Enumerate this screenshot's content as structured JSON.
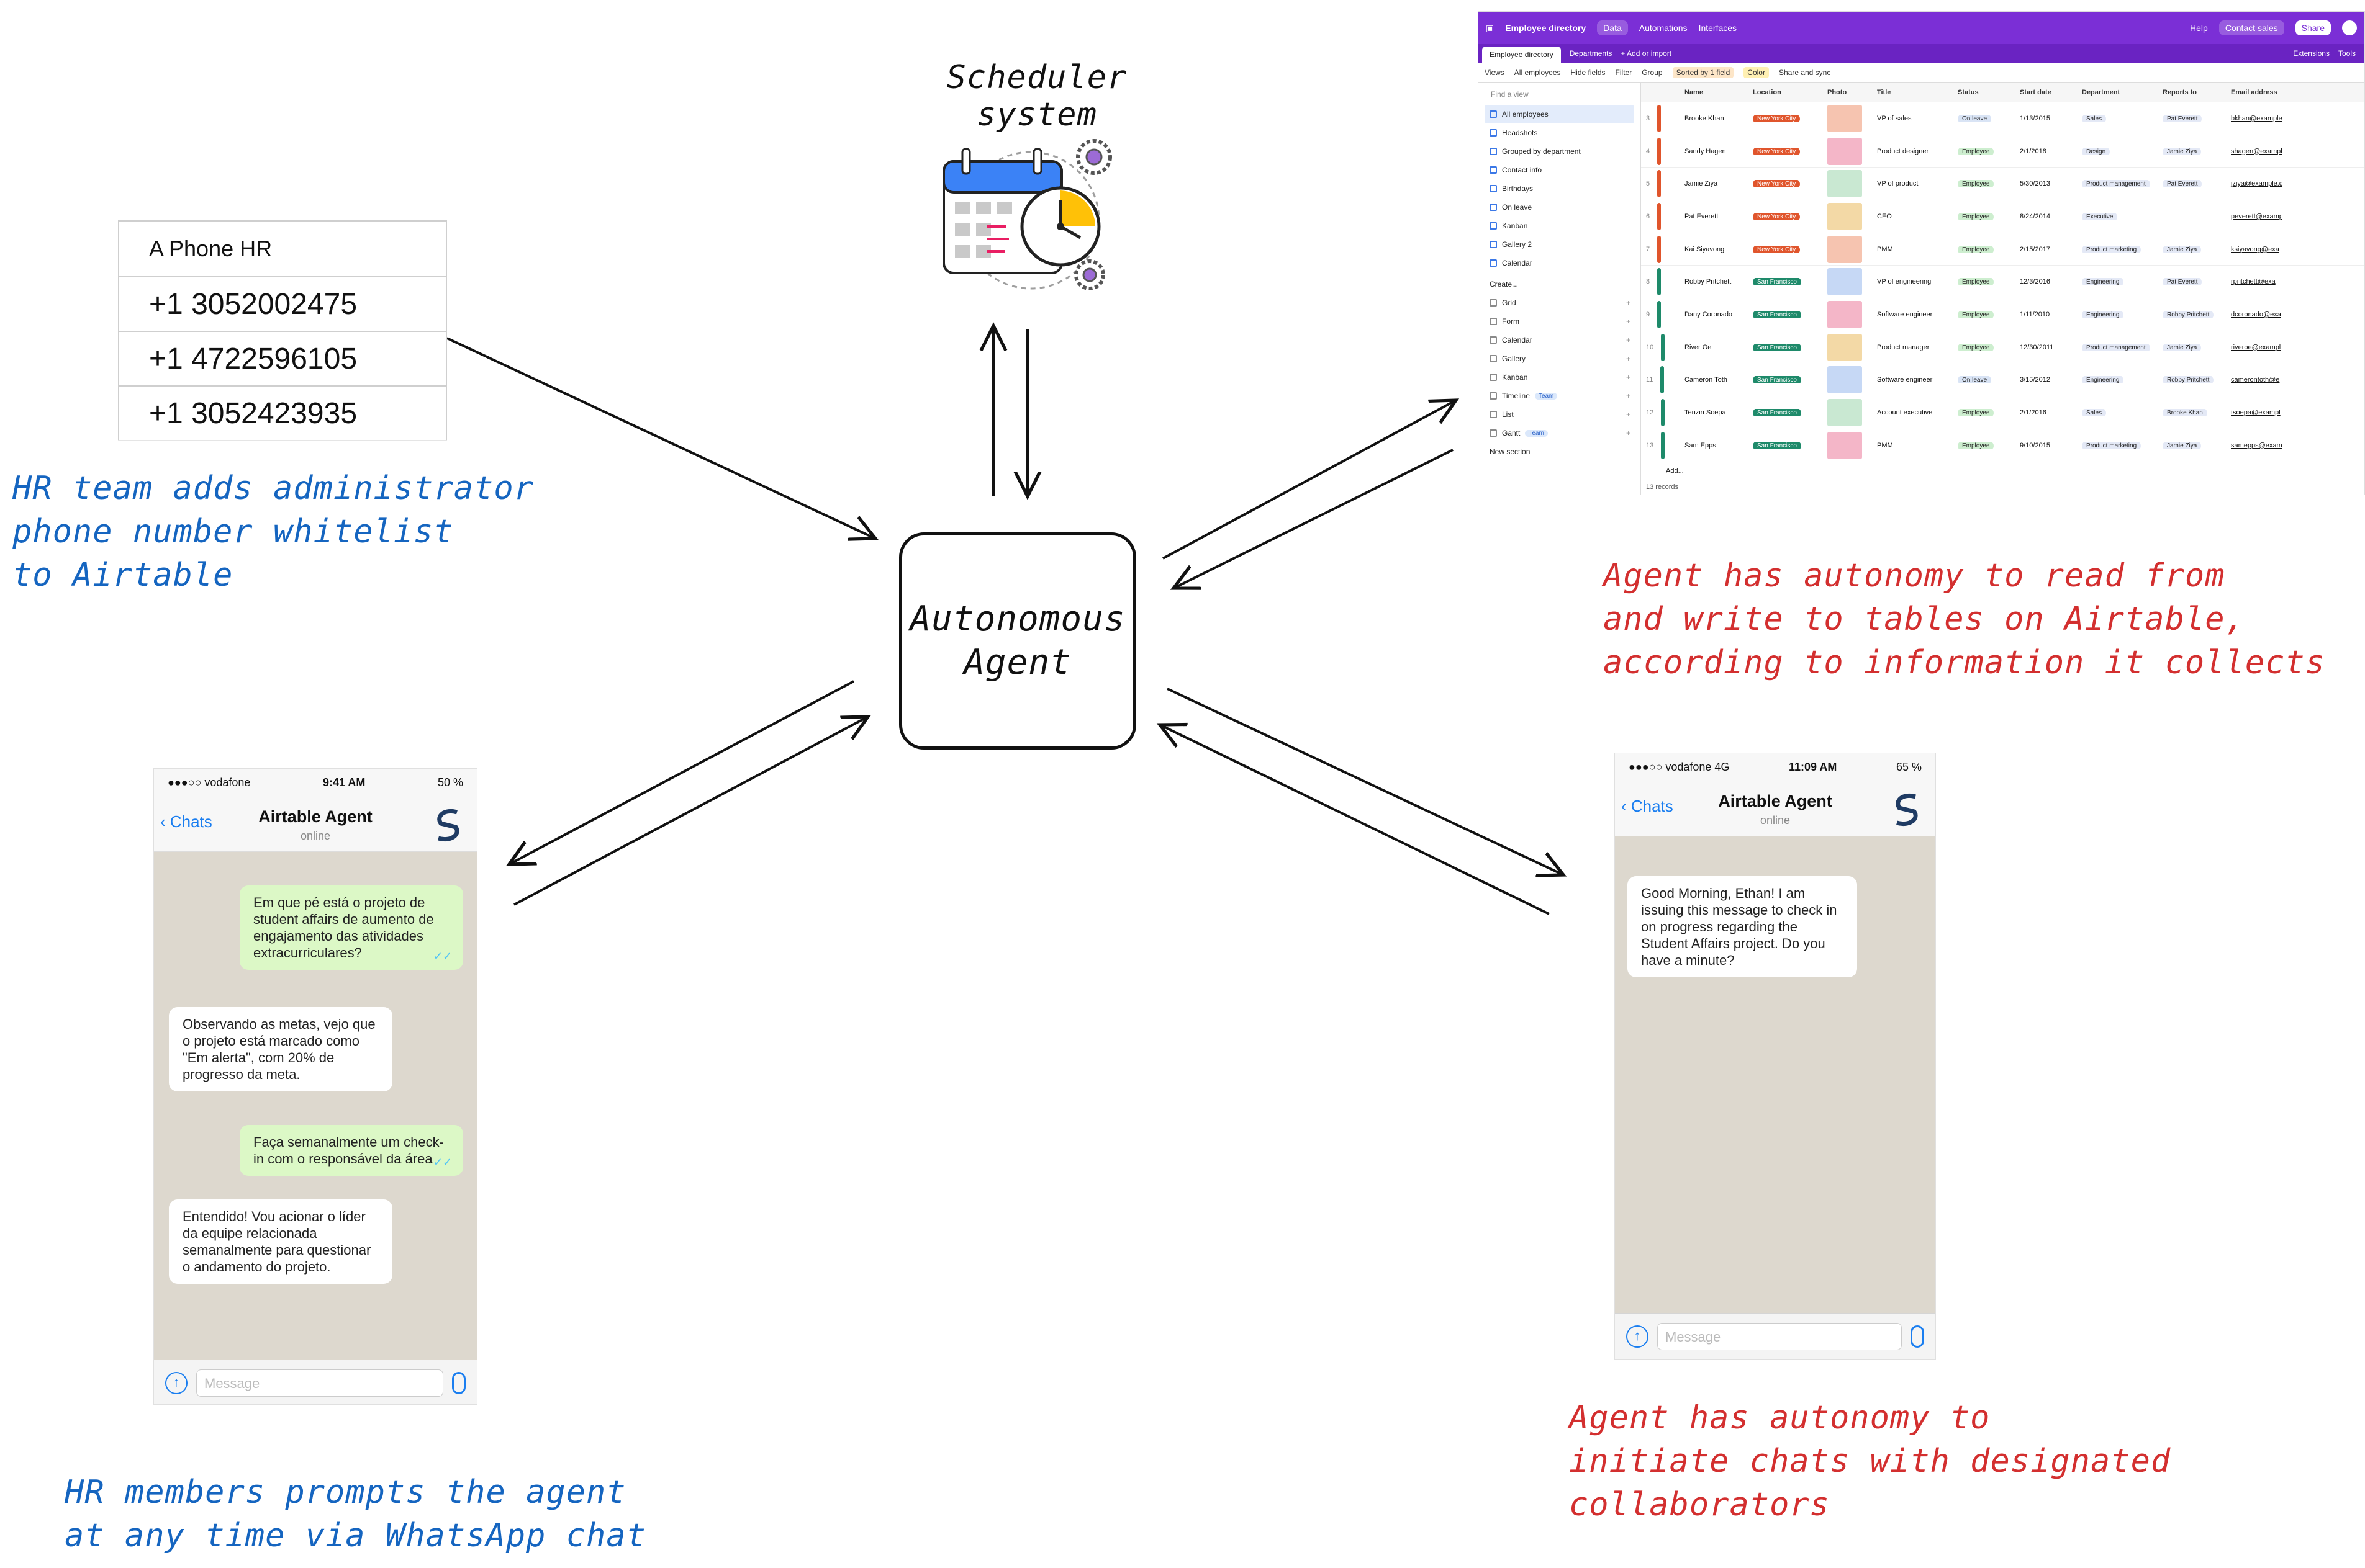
{
  "agent": {
    "line1": "Autonomous",
    "line2": "Agent"
  },
  "scheduler": {
    "title": "Scheduler system",
    "icon": "calendar-clock-gears-icon"
  },
  "phone_table": {
    "header": "A Phone HR",
    "numbers": [
      "+1 3052002475",
      "+1 4722596105",
      "+1 3052423935"
    ]
  },
  "notes": {
    "hr_whitelist": [
      "HR team adds administrator",
      "phone number whitelist",
      "to Airtable"
    ],
    "airtable_autonomy": [
      "Agent has autonomy to read from",
      "and write to tables on Airtable,",
      "according to information it collects"
    ],
    "hr_prompts": [
      "HR members prompts the agent",
      "at any time via WhatsApp chat"
    ],
    "initiate_chats": [
      "Agent has autonomy to",
      "initiate chats with designated",
      "collaborators"
    ]
  },
  "colors": {
    "note_blue": "#1565c0",
    "note_red": "#d32f2f",
    "airtable_purple": "#7b2fd6",
    "whatsapp_out": "#dcf8c6"
  },
  "airtable": {
    "base_name": "Employee directory",
    "top_tabs": [
      "Data",
      "Automations",
      "Interfaces"
    ],
    "top_right": [
      "Help",
      "Contact sales",
      "Share"
    ],
    "table_tabs": [
      "Employee directory",
      "Departments",
      "+ Add or import"
    ],
    "table_tabs_right": [
      "Extensions",
      "Tools"
    ],
    "toolbar": [
      "Views",
      "All employees",
      "Hide fields",
      "Filter",
      "Group",
      "Sorted by 1 field",
      "Color",
      "Share and sync"
    ],
    "find_view": "Find a view",
    "views": [
      "All employees",
      "Headshots",
      "Grouped by department",
      "Contact info",
      "Birthdays",
      "On leave",
      "Kanban",
      "Gallery 2",
      "Calendar"
    ],
    "create_label": "Create...",
    "create_items": [
      "Grid",
      "Form",
      "Calendar",
      "Gallery",
      "Kanban",
      "Timeline",
      "List",
      "Gantt"
    ],
    "team_badge": "Team",
    "new_section": "New section",
    "columns": [
      "Name",
      "Location",
      "Photo",
      "Title",
      "Status",
      "Start date",
      "Department",
      "Reports to",
      "Email address"
    ],
    "rows": [
      {
        "n": "3",
        "name": "Brooke Khan",
        "loc": "New York City",
        "title": "VP of sales",
        "status": "On leave",
        "start": "1/13/2015",
        "dept": "Sales",
        "reports": "Pat Everett",
        "email": "bkhan@example"
      },
      {
        "n": "4",
        "name": "Sandy Hagen",
        "loc": "New York City",
        "title": "Product designer",
        "status": "Employee",
        "start": "2/1/2018",
        "dept": "Design",
        "reports": "Jamie Ziya",
        "email": "shagen@exampl"
      },
      {
        "n": "5",
        "name": "Jamie Ziya",
        "loc": "New York City",
        "title": "VP of product",
        "status": "Employee",
        "start": "5/30/2013",
        "dept": "Product management",
        "reports": "Pat Everett",
        "email": "jziya@example.c"
      },
      {
        "n": "6",
        "name": "Pat Everett",
        "loc": "New York City",
        "title": "CEO",
        "status": "Employee",
        "start": "8/24/2014",
        "dept": "Executive",
        "reports": "",
        "email": "peverett@examp"
      },
      {
        "n": "7",
        "name": "Kai Siyavong",
        "loc": "New York City",
        "title": "PMM",
        "status": "Employee",
        "start": "2/15/2017",
        "dept": "Product marketing",
        "reports": "Jamie Ziya",
        "email": "ksiyavong@exa"
      },
      {
        "n": "8",
        "name": "Robby Pritchett",
        "loc": "San Francisco",
        "title": "VP of engineering",
        "status": "Employee",
        "start": "12/3/2016",
        "dept": "Engineering",
        "reports": "Pat Everett",
        "email": "rpritchett@exa"
      },
      {
        "n": "9",
        "name": "Dany Coronado",
        "loc": "San Francisco",
        "title": "Software engineer",
        "status": "Employee",
        "start": "1/11/2010",
        "dept": "Engineering",
        "reports": "Robby Pritchett",
        "email": "dcoronado@exa"
      },
      {
        "n": "10",
        "name": "River Oe",
        "loc": "San Francisco",
        "title": "Product manager",
        "status": "Employee",
        "start": "12/30/2011",
        "dept": "Product management",
        "reports": "Jamie Ziya",
        "email": "riveroe@exampl"
      },
      {
        "n": "11",
        "name": "Cameron Toth",
        "loc": "San Francisco",
        "title": "Software engineer",
        "status": "On leave",
        "start": "3/15/2012",
        "dept": "Engineering",
        "reports": "Robby Pritchett",
        "email": "camerontoth@e"
      },
      {
        "n": "12",
        "name": "Tenzin Soepa",
        "loc": "San Francisco",
        "title": "Account executive",
        "status": "Employee",
        "start": "2/1/2016",
        "dept": "Sales",
        "reports": "Brooke Khan",
        "email": "tsoepa@exampl"
      },
      {
        "n": "13",
        "name": "Sam Epps",
        "loc": "San Francisco",
        "title": "PMM",
        "status": "Employee",
        "start": "9/10/2015",
        "dept": "Product marketing",
        "reports": "Jamie Ziya",
        "email": "samepps@exam"
      }
    ],
    "add_label": "Add...",
    "records": "13 records"
  },
  "phone_left": {
    "carrier": "●●●○○ vodafone",
    "time": "9:41 AM",
    "battery": "50 %",
    "back": "Chats",
    "name": "Airtable Agent",
    "status": "online",
    "messages": [
      {
        "dir": "out",
        "text": "Em que pé está o projeto de student affairs de aumento de engajamento das atividades extracurriculares?"
      },
      {
        "dir": "in",
        "text": "Observando as metas, vejo que o projeto está marcado como \"Em alerta\", com 20% de progresso da meta."
      },
      {
        "dir": "out",
        "text": "Faça semanalmente um check-in com o responsável da área"
      },
      {
        "dir": "in",
        "text": "Entendido! Vou acionar o líder da equipe relacionada semanalmente para questionar o andamento do projeto."
      }
    ],
    "placeholder": "Message"
  },
  "phone_right": {
    "carrier": "●●●○○ vodafone  4G",
    "time": "11:09 AM",
    "battery": "65 %",
    "back": "Chats",
    "name": "Airtable Agent",
    "status": "online",
    "messages": [
      {
        "dir": "in",
        "text": "Good Morning, Ethan! I am issuing this message to check in on progress regarding the Student Affairs project. Do you have a minute?"
      }
    ],
    "placeholder": "Message"
  }
}
